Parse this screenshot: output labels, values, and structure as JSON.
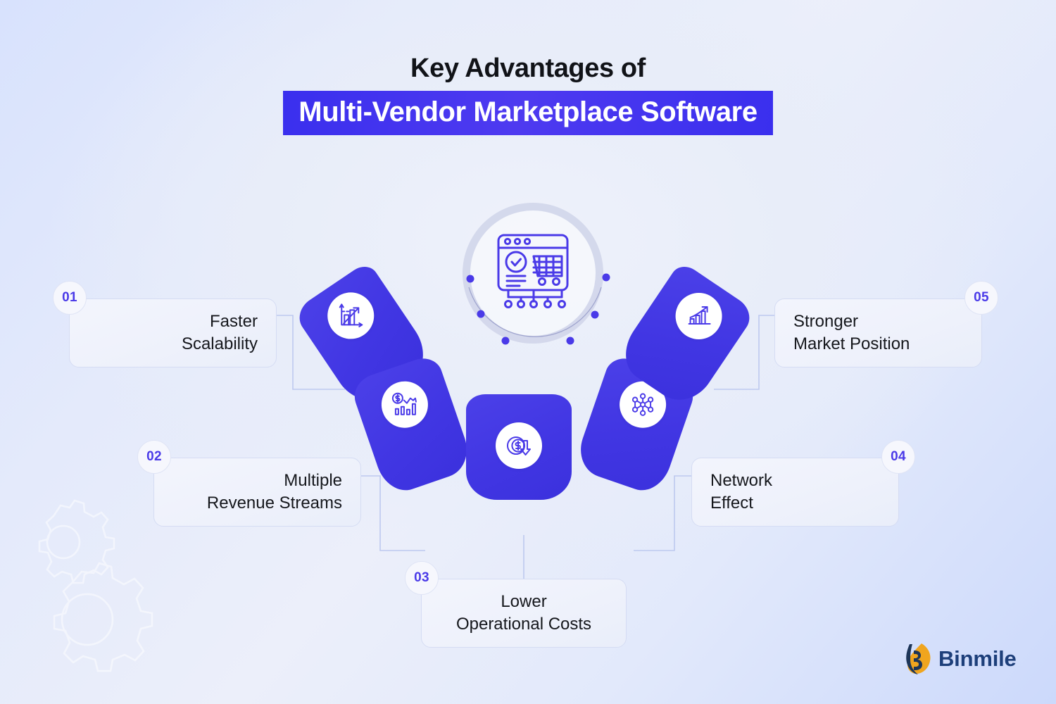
{
  "title": {
    "line1": "Key Advantages of",
    "line2": "Multi-Vendor Marketplace Software",
    "highlight_color": "#3a2fee"
  },
  "center": {
    "icon": "marketplace-platform-icon"
  },
  "items": [
    {
      "number": "01",
      "label": "Faster\nScalability",
      "icon": "scalability-growth-chart-icon",
      "side": "left"
    },
    {
      "number": "02",
      "label": "Multiple\nRevenue Streams",
      "icon": "revenue-dollar-bar-chart-icon",
      "side": "left"
    },
    {
      "number": "03",
      "label": "Lower\nOperational Costs",
      "icon": "cost-down-dollar-arrow-icon",
      "side": "mid"
    },
    {
      "number": "04",
      "label": "Network\nEffect",
      "icon": "network-nodes-icon",
      "side": "right"
    },
    {
      "number": "05",
      "label": "Stronger\nMarket Position",
      "icon": "growth-bar-chart-arrow-icon",
      "side": "right"
    }
  ],
  "brand": {
    "name": "Binmile",
    "logo_icon": "binmile-logo-icon",
    "text_color": "#1d3f7a",
    "mark_color": "#f0a51e"
  },
  "decor": {
    "gears_icon": "gears-decorative-icon",
    "arc_icon": "orbit-arc-dots-icon"
  }
}
